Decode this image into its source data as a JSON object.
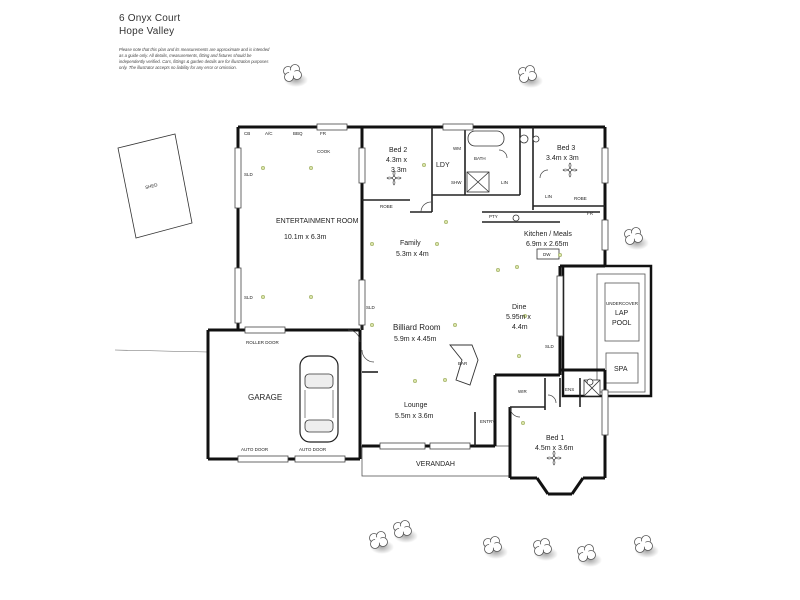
{
  "address": {
    "line1": "6 Onyx Court",
    "line2": "Hope Valley"
  },
  "disclaimer": "Please note that this plan and its measurements are approximate and is intended as a guide only. All details, measurements, fitting and fixtures should be independently verified. Cars, fittings & garden details are for illustration purposes only. The illustrator accepts no liability for any error or omission.",
  "rooms": {
    "ent_name": "ENTERTAINMENT ROOM",
    "ent_size": "10.1m x 6.3m",
    "bed2_name": "Bed 2",
    "bed2_size_a": "4.3m x",
    "bed2_size_b": "3.3m",
    "bed3_name": "Bed 3",
    "bed3_size": "3.4m x 3m",
    "family_name": "Family",
    "family_size": "5.3m x 4m",
    "kitchen_name": "Kitchen / Meals",
    "kitchen_size": "6.9m x 2.65m",
    "billiard_name": "Billiard Room",
    "billiard_size": "5.9m x 4.45m",
    "dine_name": "Dine",
    "dine_size_a": "5.95m x",
    "dine_size_b": "4.4m",
    "lounge_name": "Lounge",
    "lounge_size": "5.5m x 3.6m",
    "bed1_name": "Bed 1",
    "bed1_size": "4.5m x 3.6m",
    "garage_name": "GARAGE",
    "verandah_name": "VERANDAH",
    "shed_name": "SHED",
    "pool_undercover": "UNDERCOVER",
    "pool_lap": "LAP",
    "pool_pool": "POOL",
    "spa_name": "SPA",
    "ldy": "LDY",
    "bath": "BATH",
    "entry": "ENTRY",
    "wir": "WIR",
    "ens": "ENS",
    "pty": "PTY",
    "fr": "FR",
    "dw": "DW",
    "bar": "BAR",
    "cook": "COOK",
    "robe": "ROBE",
    "lin": "LIN",
    "wm": "WM",
    "sld": "SLD",
    "cb": "CB",
    "ac": "A/C",
    "bbq": "BBQ",
    "roller_door": "ROLLER DOOR",
    "auto_door": "AUTO DOOR",
    "shw": "SHW"
  }
}
